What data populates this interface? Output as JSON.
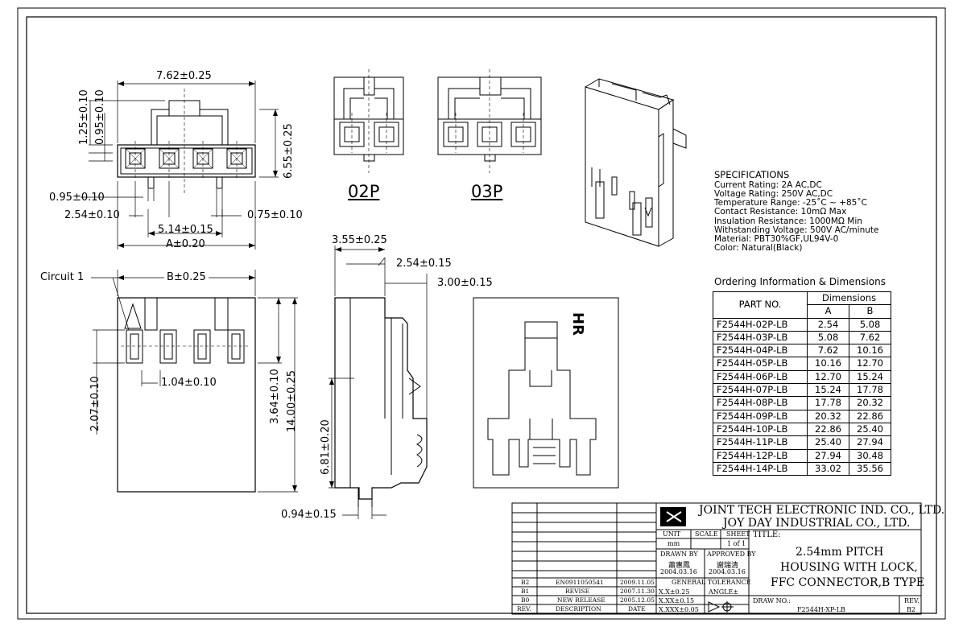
{
  "views": {
    "front": {
      "dims": {
        "top_width": "7.62±0.25",
        "lock_height": "1.25±0.10",
        "pin_offset": "0.95±0.10",
        "height": "6.55±0.25",
        "peg_width": "0.95±0.10",
        "pitch": "2.54±0.10",
        "peg_gap": "0.75±0.10",
        "peg_span": "5.14±0.15",
        "overall": "A±0.20"
      }
    },
    "variants": [
      {
        "label": "02P"
      },
      {
        "label": "03P"
      }
    ],
    "bottom": {
      "circuit_label": "Circuit 1",
      "dims": {
        "width": "B±0.25",
        "slot_width": "1.04±0.10",
        "slot_height": "2.07±0.10",
        "window_height": "3.64±0.10",
        "overall_height": "14.00±0.25"
      }
    },
    "side": {
      "dims": {
        "top1": "3.55±0.25",
        "top2": "2.54±0.15",
        "top3": "3.00±0.15",
        "lower": "6.81±0.20",
        "bottom": "0.94±0.15"
      }
    },
    "rear": {
      "mark": "HR"
    }
  },
  "specifications": {
    "title": "SPECIFICATIONS",
    "lines": [
      "Current Rating: 2A AC,DC",
      "Voltage Rating: 250V AC,DC",
      "Temperature Range: -25˚C ~ +85˚C",
      "Contact Resistance: 10mΩ Max",
      "Insulation Resistance: 1000MΩ Min",
      "Withstanding Voltage: 500V AC/minute",
      "Material: PBT30%GF,UL94V-0",
      "Color: Natural(Black)"
    ]
  },
  "ordering": {
    "title": "Ordering Information & Dimensions",
    "header": {
      "part_no": "PART NO.",
      "dimensions": "Dimensions",
      "a": "A",
      "b": "B"
    },
    "rows": [
      {
        "part": "F2544H-02P-LB",
        "a": "2.54",
        "b": "5.08"
      },
      {
        "part": "F2544H-03P-LB",
        "a": "5.08",
        "b": "7.62"
      },
      {
        "part": "F2544H-04P-LB",
        "a": "7.62",
        "b": "10.16"
      },
      {
        "part": "F2544H-05P-LB",
        "a": "10.16",
        "b": "12.70"
      },
      {
        "part": "F2544H-06P-LB",
        "a": "12.70",
        "b": "15.24"
      },
      {
        "part": "F2544H-07P-LB",
        "a": "15.24",
        "b": "17.78"
      },
      {
        "part": "F2544H-08P-LB",
        "a": "17.78",
        "b": "20.32"
      },
      {
        "part": "F2544H-09P-LB",
        "a": "20.32",
        "b": "22.86"
      },
      {
        "part": "F2544H-10P-LB",
        "a": "22.86",
        "b": "25.40"
      },
      {
        "part": "F2544H-11P-LB",
        "a": "25.40",
        "b": "27.94"
      },
      {
        "part": "F2544H-12P-LB",
        "a": "27.94",
        "b": "30.48"
      },
      {
        "part": "F2544H-14P-LB",
        "a": "33.02",
        "b": "35.56"
      }
    ]
  },
  "title_block": {
    "company1": "JOINT TECH ELECTRONIC IND. CO., LTD.",
    "company2": "JOY DAY INDUSTRIAL CO., LTD.",
    "unit_label": "UNIT",
    "unit_value": "mm",
    "scale_label": "SCALE",
    "sheet_label": "SHEET",
    "sheet_value": "1 of 1",
    "title_label": "TITLE:",
    "title_lines": [
      "2.54mm PITCH",
      "HOUSING WITH LOCK,",
      "FFC CONNECTOR,B TYPE"
    ],
    "drawn_by_label": "DRAWN BY",
    "drawn_by_name": "蕭惠鳳",
    "drawn_date": "2004.03.16",
    "approved_by_label": "APPROVED BY",
    "approved_by_name": "謝瑞清",
    "approved_date": "2004.03.16",
    "tolerance_label": "GENERAL TOLERANCE",
    "tol_x": "X.X±0.25",
    "tol_xx": "X.XX±0.15",
    "tol_xxx": "X.XXX±0.05",
    "angle_label": "ANGLE±",
    "draw_no_label": "DRAW NO.:",
    "draw_no": "F2544H-XP-LB",
    "rev_label": "REV.",
    "rev_value": "B2",
    "revisions": [
      {
        "rev": "B2",
        "desc": "EN0911050541",
        "date": "2009.11.05"
      },
      {
        "rev": "B1",
        "desc": "REVISE",
        "date": "2007.11.30"
      },
      {
        "rev": "B0",
        "desc": "NEW RELEASE",
        "date": "2005.12.05"
      }
    ],
    "rev_header": {
      "rev": "REV.",
      "desc": "DESCRIPTION",
      "date": "DATE"
    }
  }
}
